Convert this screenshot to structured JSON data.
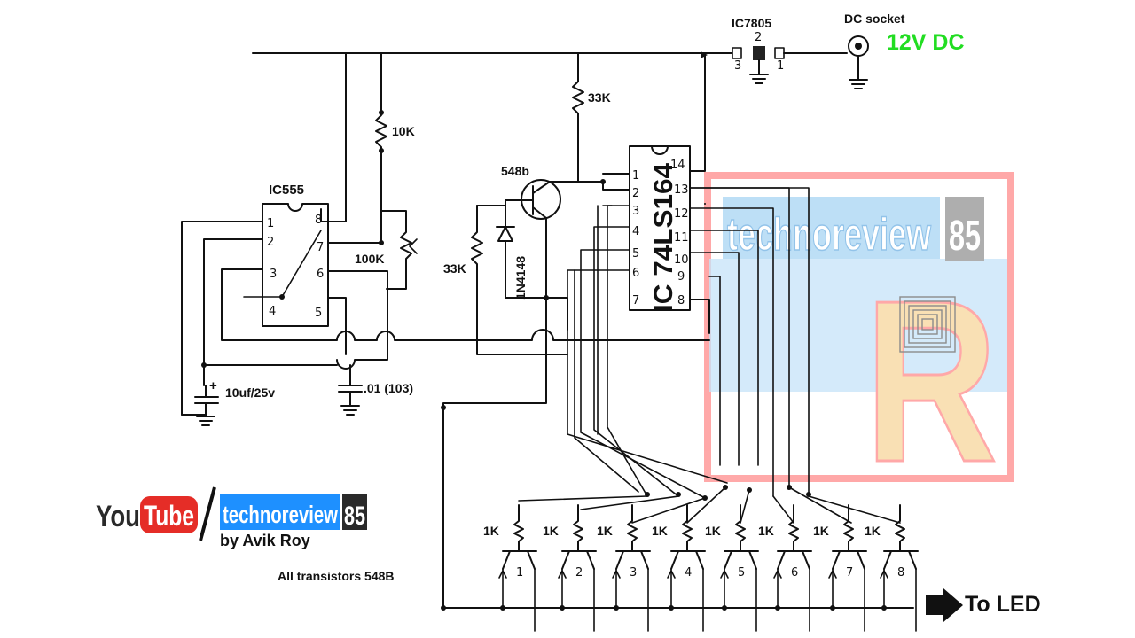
{
  "header": {
    "regulator_label": "IC7805",
    "regulator_pins": [
      "3",
      "2",
      "1"
    ],
    "socket_label": "DC socket",
    "supply_label": "12V DC"
  },
  "timer": {
    "label": "IC555",
    "pins": [
      "1",
      "2",
      "3",
      "4",
      "5",
      "6",
      "7",
      "8"
    ]
  },
  "components": {
    "r_top": "10K",
    "pot": "100K",
    "r_pullup": "33K",
    "transistor": "548b",
    "r_base": "33K",
    "diode": "1N4148",
    "cap_large": "10uf/25v",
    "cap_small": ".01 (103)"
  },
  "shift_register": {
    "label": "IC 74LS164",
    "left_pins": [
      "1",
      "2",
      "3",
      "4",
      "5",
      "6",
      "7"
    ],
    "right_pins": [
      "14",
      "13",
      "12",
      "11",
      "10",
      "9",
      "8"
    ]
  },
  "driver_stage": {
    "resistor_labels": [
      "1K",
      "1K",
      "1K",
      "1K",
      "1K",
      "1K",
      "1K",
      "1K"
    ],
    "transistor_numbers": [
      "1",
      "2",
      "3",
      "4",
      "5",
      "6",
      "7",
      "8"
    ],
    "note": "All transistors 548B",
    "output_label": "To LED"
  },
  "watermark": {
    "brand": "technoreview",
    "brand_number": "85",
    "letter": "R"
  },
  "branding": {
    "you": "You",
    "tube": "Tube",
    "channel": "technoreview",
    "channel_number": "85",
    "author": "by Avik Roy"
  },
  "colors": {
    "supply_text": "#22dd22",
    "youtube_red": "#e52d27",
    "channel_blue": "#1e90ff",
    "watermark_red": "#ff8c8c",
    "watermark_blue": "#a8d4f5",
    "watermark_yellow": "#f7d9a0"
  }
}
